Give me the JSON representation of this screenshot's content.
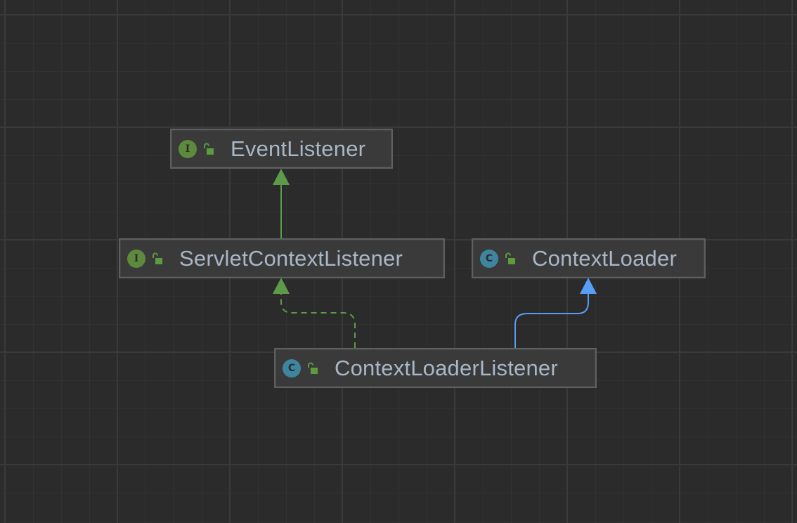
{
  "diagram": {
    "type": "uml-class-hierarchy",
    "colors": {
      "background": "#2b2b2b",
      "grid_minor": "#323232",
      "grid_major": "#3a3a3a",
      "node_fill": "#3a3a3a",
      "node_border": "#5f5f5f",
      "text": "#a9b7c6",
      "interface_badge": "#5d8a3c",
      "class_badge": "#3e86a0",
      "lock_icon": "#5d9b3c",
      "implements_edge": "#5d9b4a",
      "extends_edge": "#589df6"
    },
    "nodes": [
      {
        "id": "EventListener",
        "label": "EventListener",
        "kind": "interface",
        "kind_letter": "I",
        "visibility": "public"
      },
      {
        "id": "ServletContextListener",
        "label": "ServletContextListener",
        "kind": "interface",
        "kind_letter": "I",
        "visibility": "public"
      },
      {
        "id": "ContextLoader",
        "label": "ContextLoader",
        "kind": "class",
        "kind_letter": "C",
        "visibility": "public"
      },
      {
        "id": "ContextLoaderListener",
        "label": "ContextLoaderListener",
        "kind": "class",
        "kind_letter": "C",
        "visibility": "public"
      }
    ],
    "edges": [
      {
        "from": "ServletContextListener",
        "to": "EventListener",
        "relation": "extends",
        "style": "solid",
        "color": "green"
      },
      {
        "from": "ContextLoaderListener",
        "to": "ServletContextListener",
        "relation": "implements",
        "style": "dashed",
        "color": "green"
      },
      {
        "from": "ContextLoaderListener",
        "to": "ContextLoader",
        "relation": "extends",
        "style": "solid",
        "color": "blue"
      }
    ]
  }
}
